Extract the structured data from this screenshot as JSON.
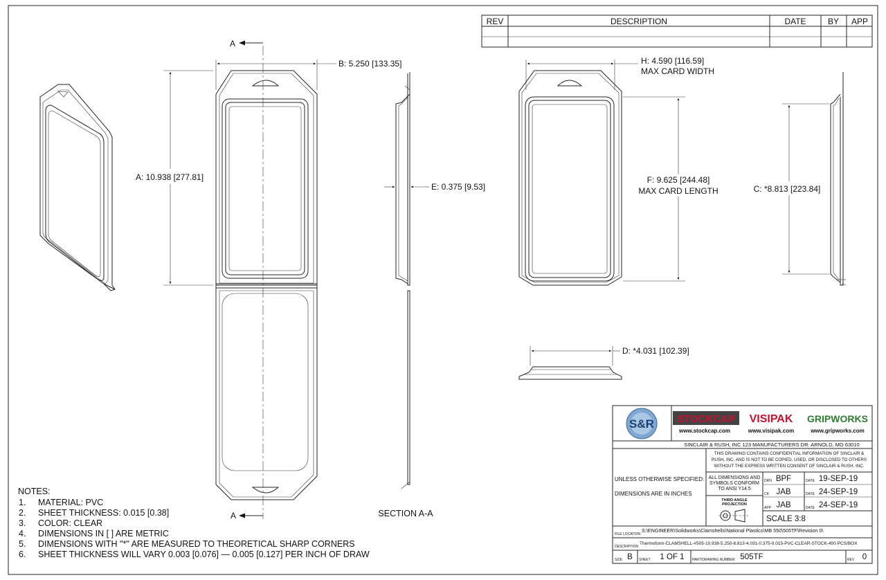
{
  "revision_block": {
    "headers": [
      "REV",
      "DESCRIPTION",
      "DATE",
      "BY",
      "APP"
    ]
  },
  "dimensions": {
    "a": "A: 10.938 [277.81]",
    "b": "B: 5.250 [133.35]",
    "c": "C: *8.813 [223.84]",
    "d": "D: *4.031 [102.39]",
    "e": "E: 0.375 [9.53]",
    "f_value": "F: 9.625 [244.48]",
    "f_label": "MAX CARD LENGTH",
    "h_value": "H: 4.590 [116.59]",
    "h_label": "MAX CARD WIDTH"
  },
  "section": {
    "marker": "A",
    "label": "SECTION A-A"
  },
  "notes": {
    "title": "NOTES:",
    "items": [
      {
        "num": "1.",
        "text": "MATERIAL: PVC"
      },
      {
        "num": "2.",
        "text": "SHEET THICKNESS: 0.015 [0.38]"
      },
      {
        "num": "3.",
        "text": "COLOR: CLEAR"
      },
      {
        "num": "4.",
        "text": "DIMENSIONS IN [ ] ARE METRIC"
      },
      {
        "num": "5.",
        "text": "DIMENSIONS WITH \"*\" ARE MEASURED TO THEORETICAL SHARP CORNERS"
      },
      {
        "num": "6.",
        "text": "SHEET THICKNESS WILL VARY 0.003 [0.076] — 0.005 [0.127] PER INCH OF DRAW"
      }
    ]
  },
  "title_block": {
    "logo": "S&R",
    "brands": [
      {
        "name": "STOCKCAP",
        "url": "www.stockcap.com",
        "color": "#c8102e"
      },
      {
        "name": "VISIPAK",
        "url": "www.visipak.com",
        "color": "#c8102e"
      },
      {
        "name": "GRIPWORKS",
        "url": "www.gripworks.com",
        "color": "#2e7d32"
      }
    ],
    "company_address": "SINCLAIR & RUSH, INC 123 MANUFACTURERS DR. ARNOLD, MO 63010",
    "confidential": [
      "THIS DRAWING CONTAINS CONFIDENTIAL INFORMATION OF SINCLAIR &",
      "RUSH, INC. AND IS NOT TO BE COPIED, USED, OR DISCLOSED TO OTHERS",
      "WITHOUT THE EXPRESS WRITTEN CONSENT OF SINCLAIR & RUSH, INC."
    ],
    "unless_specified": "UNLESS OTHERWISE SPECIFIED:",
    "dims_in_inches": "DIMENSIONS ARE IN INCHES",
    "ansi_note": [
      "ALL DIMENSIONS AND",
      "SYMBOLS CONFORM",
      "TO ANSI Y14.5"
    ],
    "projection": [
      "THIRD ANGLE",
      "PROJECTION"
    ],
    "approvals": [
      {
        "role": "DRN",
        "name": "BPF",
        "date_label": "DATE",
        "date": "19-SEP-19"
      },
      {
        "role": "CK",
        "name": "JAB",
        "date_label": "DATE",
        "date": "24-SEP-19"
      },
      {
        "role": "APP",
        "name": "JAB",
        "date_label": "DATE",
        "date": "24-SEP-19"
      }
    ],
    "scale": "SCALE 3:8",
    "file_location_label": "FILE LOCATION",
    "file_location": "S:\\ENGINEER\\Solidworks\\Clamshells\\National Plastics\\MB 550\\505TF\\Revision 0\\",
    "description_label": "DESCRIPTION",
    "description": "Thermoform-CLAMSHELL-#505-10.938-5.250-8.813-4.031-0.375-0.015-PVC-CLEAR-STOCK-400 PCS/BOX",
    "size_label": "SIZE",
    "size": "B",
    "sheet_label": "SHEET",
    "sheet": "1 OF 1",
    "part_label": "PART/DRAWING NUMBER",
    "part_number": "505TF",
    "rev_label": "REV",
    "rev": "0"
  }
}
